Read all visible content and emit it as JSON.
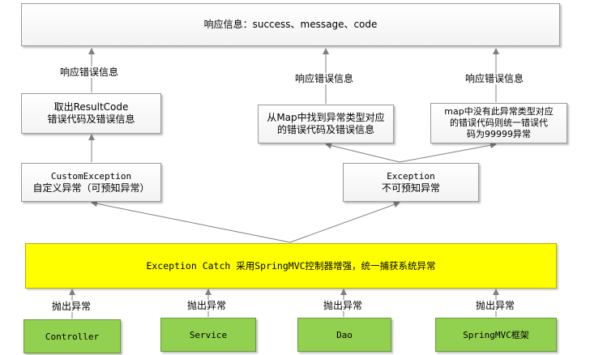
{
  "colors": {
    "box_border": "#9a9a9a",
    "box_fill_top": "#ffffff",
    "box_fill_bottom": "#f3f3f3",
    "catch_fill": "#ffff00",
    "layer_fill": "#92d050",
    "arrow": "#808080"
  },
  "response_box": {
    "text": "响应信息：success、message、code"
  },
  "response_labels": {
    "left": "响应错误信息",
    "middle": "响应错误信息",
    "right": "响应错误信息"
  },
  "result_code_box": {
    "line1": "取出ResultCode",
    "line2": "错误代码及错误信息"
  },
  "map_found_box": {
    "line1": "从Map中找到异常类型对应",
    "line2": "的错误代码及错误信息"
  },
  "map_missing_box": {
    "line1": "map中没有此异常类型对应",
    "line2": "的错误代码则统一错误代",
    "line3": "码为99999异常"
  },
  "custom_exception_box": {
    "line1": "CustomException",
    "line2": "自定义异常（可预知异常）"
  },
  "exception_box": {
    "line1": "Exception",
    "line2": "不可预知异常"
  },
  "catch_box": {
    "text": "Exception Catch 采用SpringMVC控制器增强，统一捕获系统异常"
  },
  "throw_labels": {
    "controller": "抛出异常",
    "service": "抛出异常",
    "dao": "抛出异常",
    "springmvc": "抛出异常"
  },
  "layers": {
    "controller": "Controller",
    "service": "Service",
    "dao": "Dao",
    "springmvc": "SpringMVC框架"
  }
}
